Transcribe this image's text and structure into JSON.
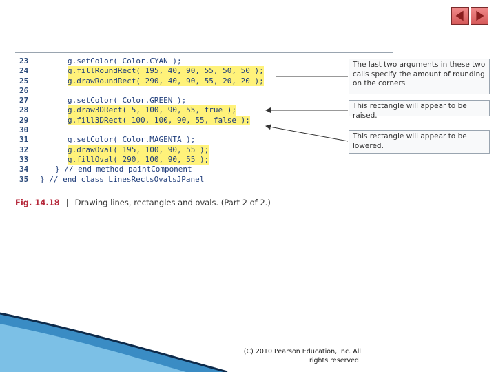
{
  "code_lines": [
    {
      "ln": "23",
      "indent": 76,
      "text": "g.setColor( Color.CYAN );",
      "highlight": false
    },
    {
      "ln": "24",
      "indent": 76,
      "text": "g.fillRoundRect( 195, 40, 90, 55, 50, 50 );",
      "highlight": true
    },
    {
      "ln": "25",
      "indent": 76,
      "text": "g.drawRoundRect( 290, 40, 90, 55, 20, 20 );",
      "highlight": true
    },
    {
      "ln": "26",
      "indent": 76,
      "text": "",
      "highlight": false
    },
    {
      "ln": "27",
      "indent": 76,
      "text": "g.setColor( Color.GREEN );",
      "highlight": false
    },
    {
      "ln": "28",
      "indent": 76,
      "text": "g.draw3DRect( 5, 100, 90, 55, true );",
      "highlight": true
    },
    {
      "ln": "29",
      "indent": 76,
      "text": "g.fill3DRect( 100, 100, 90, 55, false );",
      "highlight": true
    },
    {
      "ln": "30",
      "indent": 76,
      "text": "",
      "highlight": false
    },
    {
      "ln": "31",
      "indent": 76,
      "text": "g.setColor( Color.MAGENTA );",
      "highlight": false
    },
    {
      "ln": "32",
      "indent": 76,
      "text": "g.drawOval( 195, 100, 90, 55 );",
      "highlight": true
    },
    {
      "ln": "33",
      "indent": 76,
      "text": "g.fillOval( 290, 100, 90, 55 );",
      "highlight": true
    },
    {
      "ln": "34",
      "indent": 58,
      "text": "} // end method paintComponent",
      "highlight": false
    },
    {
      "ln": "35",
      "indent": 36,
      "text": "} // end class LinesRectsOvalsJPanel",
      "highlight": false
    }
  ],
  "callouts": [
    {
      "id": "rounding",
      "text": "The last two arguments in these two calls specify the amount of rounding on the corners"
    },
    {
      "id": "raised",
      "text": "This rectangle will appear to be raised."
    },
    {
      "id": "lowered",
      "text": "This rectangle will appear to be lowered."
    }
  ],
  "caption": {
    "figure": "Fig. 14.18",
    "separator": "|",
    "text": "Drawing lines, rectangles and ovals. (Part 2 of 2.)"
  },
  "copyright": "(C) 2010 Pearson Education, Inc.  All rights reserved.",
  "colors": {
    "highlight": "#fff27a",
    "code_text": "#1f3d7a",
    "figure_label": "#b5283a",
    "nav_button": "#e06a6a"
  },
  "icons": {
    "prev": "triangle-left-icon",
    "next": "triangle-right-icon"
  }
}
